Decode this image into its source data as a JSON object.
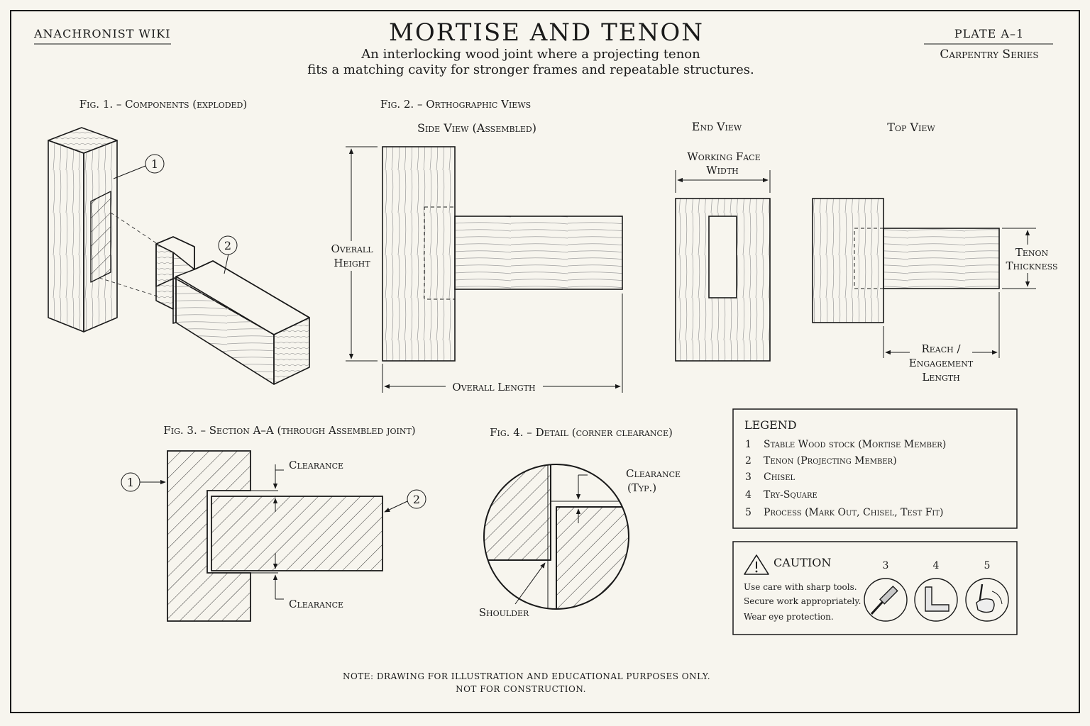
{
  "header": {
    "left_label": "ANACHRONIST WIKI",
    "title": "MORTISE AND TENON",
    "subtitle_line1": "An interlocking wood joint where a projecting tenon",
    "subtitle_line2": "fits a matching cavity for stronger frames and repeatable structures.",
    "plate": "PLATE A–1",
    "series": "Carpentry Series"
  },
  "fig1": {
    "caption": "Fig. 1.  –  Components (exploded)",
    "callout_1": "1",
    "callout_2": "2"
  },
  "fig2": {
    "caption": "Fig. 2.  –  Orthographic Views",
    "side_view": "Side View (Assembled)",
    "end_view": "End View",
    "top_view": "Top View",
    "overall_height_1": "Overall",
    "overall_height_2": "Height",
    "overall_length": "Overall Length",
    "working_face_1": "Working Face",
    "working_face_2": "Width",
    "tenon_thickness_1": "Tenon",
    "tenon_thickness_2": "Thickness",
    "reach_1": "Reach /",
    "reach_2": "Engagement",
    "reach_3": "Length"
  },
  "fig3": {
    "caption": "Fig. 3.  –  Section A–A (through Assembled joint)",
    "clearance_top": "Clearance",
    "clearance_bottom": "Clearance",
    "callout_1": "1",
    "callout_2": "2"
  },
  "fig4": {
    "caption": "Fig. 4.  –  Detail (corner clearance)",
    "clearance_1": "Clearance",
    "clearance_2": "(Typ.)",
    "shoulder": "Shoulder"
  },
  "legend": {
    "title": "LEGEND",
    "items": [
      {
        "num": "1",
        "text": "Stable Wood stock (Mortise Member)"
      },
      {
        "num": "2",
        "text": "Tenon (Projecting Member)"
      },
      {
        "num": "3",
        "text": "Chisel"
      },
      {
        "num": "4",
        "text": "Try-Square"
      },
      {
        "num": "5",
        "text": "Process (Mark Out, Chisel, Test Fit)"
      }
    ]
  },
  "caution": {
    "title": "CAUTION",
    "line1": "Use care with sharp tools.",
    "line2": "Secure work appropriately.",
    "line3": "Wear eye protection.",
    "icon_labels": [
      "3",
      "4",
      "5"
    ],
    "icons": [
      "chisel-icon",
      "try-square-icon",
      "hand-chisel-icon"
    ]
  },
  "note": {
    "line1": "NOTE: DRAWING FOR ILLUSTRATION AND EDUCATIONAL PURPOSES ONLY.",
    "line2": "NOT FOR CONSTRUCTION."
  }
}
